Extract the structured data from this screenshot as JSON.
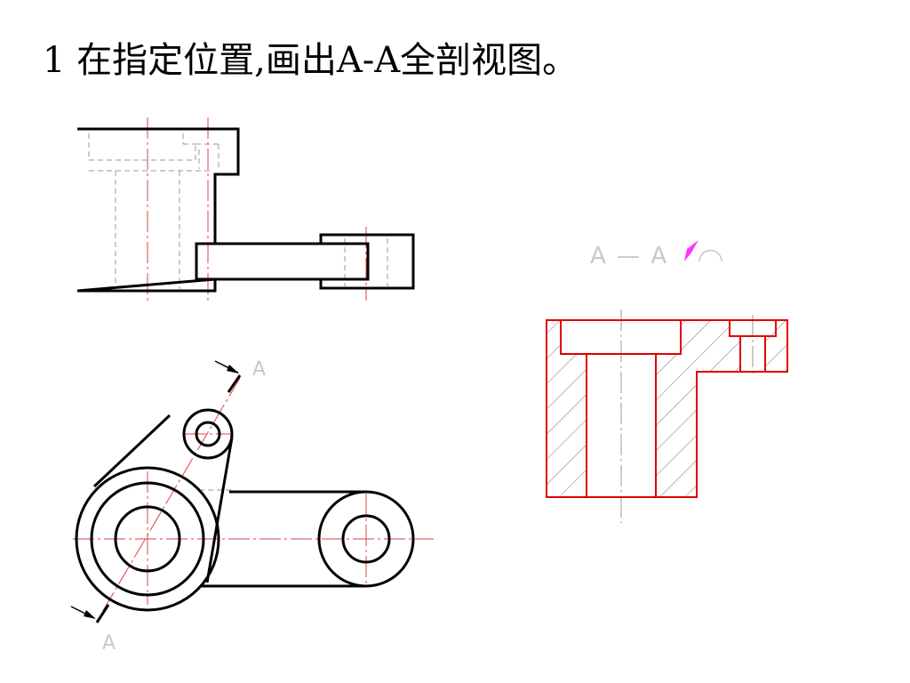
{
  "slide": {
    "title": "1 在指定位置,画出A-A全剖视图。"
  },
  "section_marks": {
    "upper_letter": "A",
    "lower_letter": "A",
    "section_title": "A — A"
  },
  "colors": {
    "outline": "#000000",
    "center_line": "#e04040",
    "hidden_line": "#9a9a9a",
    "answer": "#e00000",
    "label": "#c8c8c8",
    "label_highlight": "#ff30ff"
  }
}
